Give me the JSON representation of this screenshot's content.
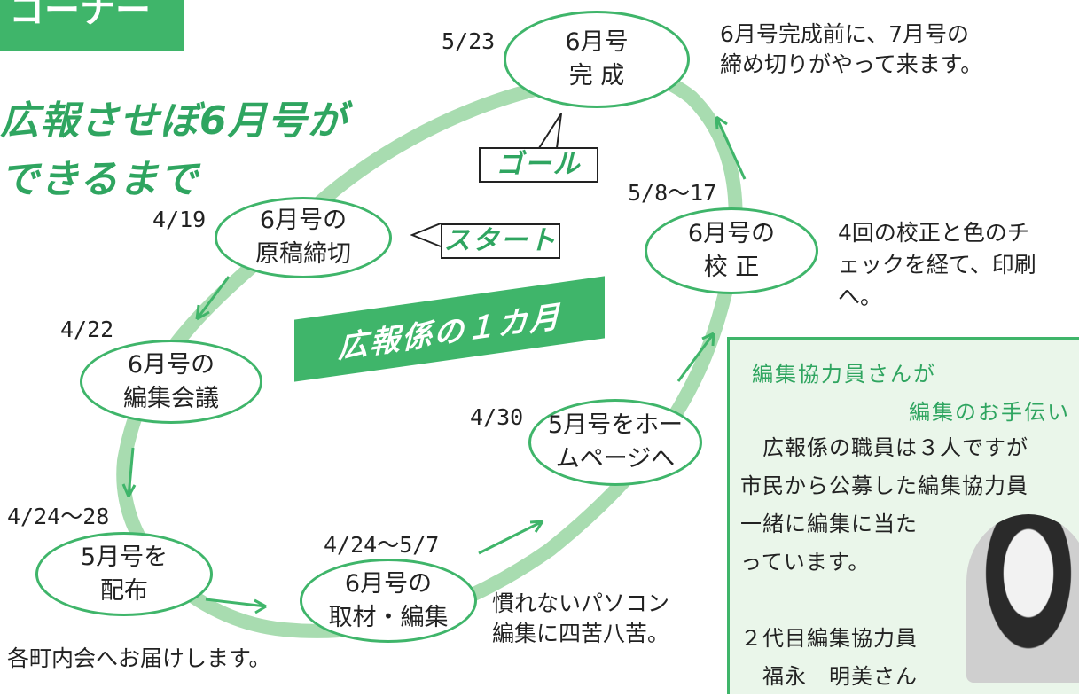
{
  "header": {
    "corner_tab": "コーナー",
    "title_line1": "広報させぼ6月号が",
    "title_line2": "できるまで"
  },
  "banner": "広報係の１カ月",
  "callouts": {
    "goal": "ゴール",
    "start": "スタート"
  },
  "steps": [
    {
      "date": "4/19",
      "line1": "6月号の",
      "line2": "原稿締切"
    },
    {
      "date": "4/22",
      "line1": "6月号の",
      "line2": "編集会議"
    },
    {
      "date": "4/24〜28",
      "line1": "5月号を",
      "line2": "配布"
    },
    {
      "date": "4/24〜5/7",
      "line1": "6月号の",
      "line2": "取材・編集"
    },
    {
      "date": "4/30",
      "line1": "5月号をホー",
      "line2": "ムページへ"
    },
    {
      "date": "5/8〜17",
      "line1": "6月号の",
      "line2": "校 正"
    },
    {
      "date": "5/23",
      "line1": "6月号",
      "line2": "完 成"
    }
  ],
  "notes": {
    "complete_1": "6月号完成前に、7月号の",
    "complete_2": "締め切りがやって来ます。",
    "proof_1": "4回の校正と色のチ",
    "proof_2": "ェックを経て、印刷",
    "proof_3": "へ。",
    "pc_1": "慣れないパソコン",
    "pc_2": "編集に四苦八苦。",
    "distribute": "各町内会へお届けします。"
  },
  "panel": {
    "title1": "編集協力員さんが",
    "title2": "編集のお手伝い",
    "body": [
      "　広報係の職員は３人ですが",
      "市民から公募した編集協力員",
      "一緒に編集に当た",
      "っています。",
      "",
      "２代目編集協力員",
      "　福永　明美さん"
    ]
  },
  "colors": {
    "accent": "#3fb56a",
    "ring": "#a8dcb0"
  }
}
